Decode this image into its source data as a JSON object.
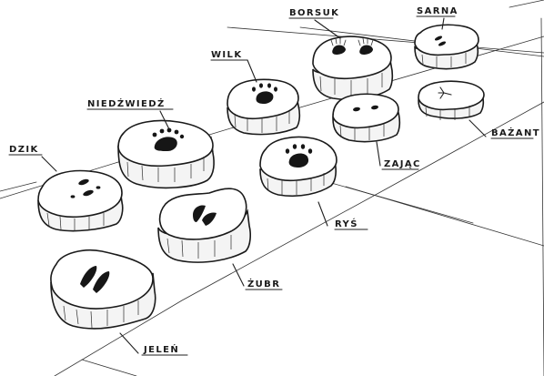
{
  "labels": {
    "borsuk": "BORSUK",
    "sarna": "SARNA",
    "wilk": "WILK",
    "niedzwiedz": "NIEDŹWIEDŹ",
    "dzik": "DZIK",
    "zajac": "ZAJĄC",
    "bazant": "BAŻANT",
    "rys": "RYŚ",
    "zubr": "ŻUBR",
    "jelen": "JELEŃ"
  },
  "colors": {
    "ink": "#1a1a1a",
    "paper": "#ffffff"
  }
}
